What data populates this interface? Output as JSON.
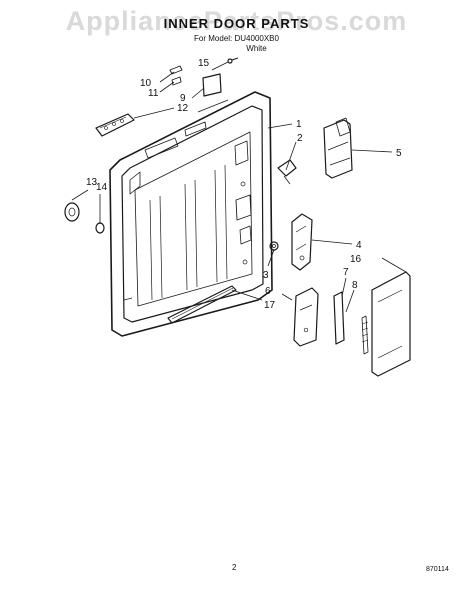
{
  "header": {
    "watermark": "AppliancePartsPros.com",
    "title": "INNER DOOR PARTS",
    "model_line": "For Model: DU4000XB0",
    "color_line": "White"
  },
  "callouts": [
    {
      "id": "1",
      "label": "1"
    },
    {
      "id": "2",
      "label": "2"
    },
    {
      "id": "3",
      "label": "3"
    },
    {
      "id": "4",
      "label": "4"
    },
    {
      "id": "5",
      "label": "5"
    },
    {
      "id": "6",
      "label": "6"
    },
    {
      "id": "7",
      "label": "7"
    },
    {
      "id": "8",
      "label": "8"
    },
    {
      "id": "9",
      "label": "9"
    },
    {
      "id": "10",
      "label": "10"
    },
    {
      "id": "11",
      "label": "11"
    },
    {
      "id": "12",
      "label": "12"
    },
    {
      "id": "13",
      "label": "13"
    },
    {
      "id": "14",
      "label": "14"
    },
    {
      "id": "15",
      "label": "15"
    },
    {
      "id": "16",
      "label": "16"
    },
    {
      "id": "17",
      "label": "17"
    }
  ],
  "footer": {
    "page_number": "2",
    "figure_code": "870114"
  }
}
